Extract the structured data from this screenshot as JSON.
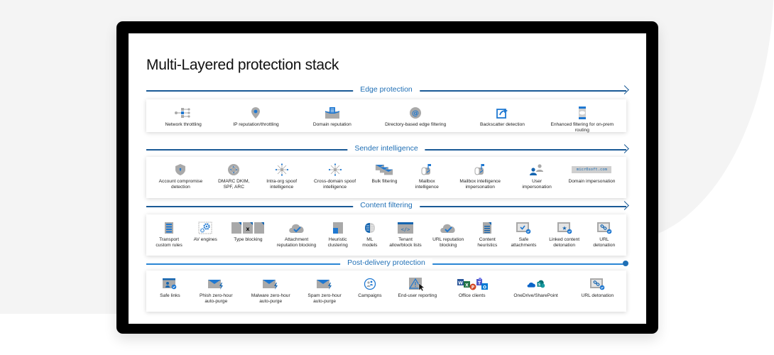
{
  "title": "Multi-Layered protection stack",
  "colors": {
    "accent": "#1f6fb5",
    "line": "#1a5a96",
    "icon_gray": "#a9a9a9",
    "icon_blue": "#1f78d1",
    "frame": "#000000",
    "background": "#f4f4f4"
  },
  "sections": [
    {
      "label": "Edge protection",
      "items": [
        {
          "label": "Network throttling",
          "icon": "network-throttling-icon"
        },
        {
          "label": "IP reputation/throttling",
          "icon": "location-pin-icon"
        },
        {
          "label": "Domain reputation",
          "icon": "domain-envelope-icon"
        },
        {
          "label": "Directory-based edge filtering",
          "icon": "at-sign-icon"
        },
        {
          "label": "Backscatter detection",
          "icon": "share-arrow-icon"
        },
        {
          "label": "Enhanced filtering for on-prem routing",
          "icon": "server-cloud-icon"
        }
      ]
    },
    {
      "label": "Sender intelligence",
      "items": [
        {
          "label": "Account compromise detection",
          "icon": "shield-icon"
        },
        {
          "label": "DMARC DKIM, SPF, ARC",
          "icon": "globe-icon"
        },
        {
          "label": "Intra-org spoof intelligence",
          "icon": "spoof-network-icon"
        },
        {
          "label": "Cross-domain spoof intelligence",
          "icon": "spoof-network-icon"
        },
        {
          "label": "Bulk filtering",
          "icon": "bulk-mail-icon"
        },
        {
          "label": "Mailbox intelligence",
          "icon": "mailbox-icon"
        },
        {
          "label": "Mailbox intelligence impersonation",
          "icon": "mailbox-icon"
        },
        {
          "label": "User impersonation",
          "icon": "users-icon"
        },
        {
          "label": "Domain impersonation",
          "icon": "domain-text-icon",
          "domain_text": "micr0soft.com"
        }
      ]
    },
    {
      "label": "Content filtering",
      "items": [
        {
          "label": "Transport custom rules",
          "icon": "rules-list-icon"
        },
        {
          "label": "AV engines",
          "icon": "gears-icon"
        },
        {
          "label": "Type blocking",
          "icon": "file-types-icon",
          "glyph": "x"
        },
        {
          "label": "Attachment reputation blocking",
          "icon": "cloud-check-icon"
        },
        {
          "label": "Heuristic clustering",
          "icon": "cluster-icon"
        },
        {
          "label": "ML models",
          "icon": "brain-icon"
        },
        {
          "label": "Tenant allow/block lists",
          "icon": "code-window-icon",
          "glyph": "</>"
        },
        {
          "label": "URL reputation blocking",
          "icon": "cloud-check-icon"
        },
        {
          "label": "Content heuristics",
          "icon": "document-list-icon"
        },
        {
          "label": "Safe attachments",
          "icon": "safe-check-icon"
        },
        {
          "label": "Linked content detonation",
          "icon": "safe-star-icon"
        },
        {
          "label": "URL detonation",
          "icon": "safe-link-icon"
        }
      ]
    },
    {
      "label": "Post-delivery protection",
      "items": [
        {
          "label": "Safe links",
          "icon": "safe-links-icon"
        },
        {
          "label": "Phish zero-hour auto-purge",
          "icon": "mail-bolt-icon"
        },
        {
          "label": "Malware zero-hour auto-purge",
          "icon": "mail-bolt-icon"
        },
        {
          "label": "Spam zero-hour auto-purge",
          "icon": "mail-bolt-icon"
        },
        {
          "label": "Campaigns",
          "icon": "campaign-icon"
        },
        {
          "label": "End-user reporting",
          "icon": "warning-cursor-icon"
        },
        {
          "label": "Office clients",
          "icon": "office-apps-icon"
        },
        {
          "label": "OneDrive/SharePoint",
          "icon": "onedrive-sharepoint-icon"
        },
        {
          "label": "URL detonation",
          "icon": "safe-link-icon"
        }
      ]
    }
  ]
}
